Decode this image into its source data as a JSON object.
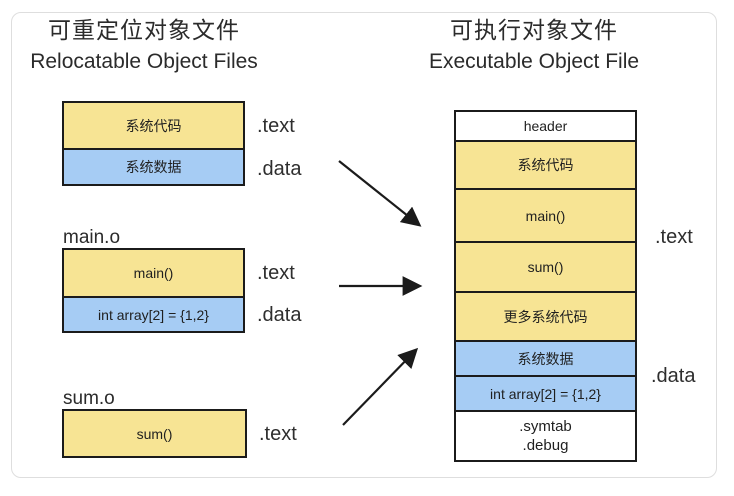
{
  "left_panel": {
    "title_zh": "可重定位对象文件",
    "title_en": "Relocatable Object Files",
    "file1": {
      "sections": [
        {
          "label": "系统代码",
          "tag": ".text"
        },
        {
          "label": "系统数据",
          "tag": ".data"
        }
      ]
    },
    "file2": {
      "name": "main.o",
      "sections": [
        {
          "label": "main()",
          "tag": ".text"
        },
        {
          "label": "int array[2] = {1,2}",
          "tag": ".data"
        }
      ]
    },
    "file3": {
      "name": "sum.o",
      "sections": [
        {
          "label": "sum()",
          "tag": ".text"
        }
      ]
    }
  },
  "right_panel": {
    "title_zh": "可执行对象文件",
    "title_en": "Executable Object File",
    "rows": [
      {
        "label": "header"
      },
      {
        "label": "系统代码"
      },
      {
        "label": "main()"
      },
      {
        "label": "sum()"
      },
      {
        "label": "更多系统代码"
      },
      {
        "label": "系统数据"
      },
      {
        "label": "int array[2] = {1,2}"
      },
      {
        "line1": ".symtab",
        "line2": ".debug"
      }
    ],
    "text_label": ".text",
    "data_label": ".data"
  },
  "colors": {
    "code_fill": "#f7e494",
    "data_fill": "#a6ccf4",
    "stroke": "#1b1b1b",
    "frame": "#dedede"
  }
}
